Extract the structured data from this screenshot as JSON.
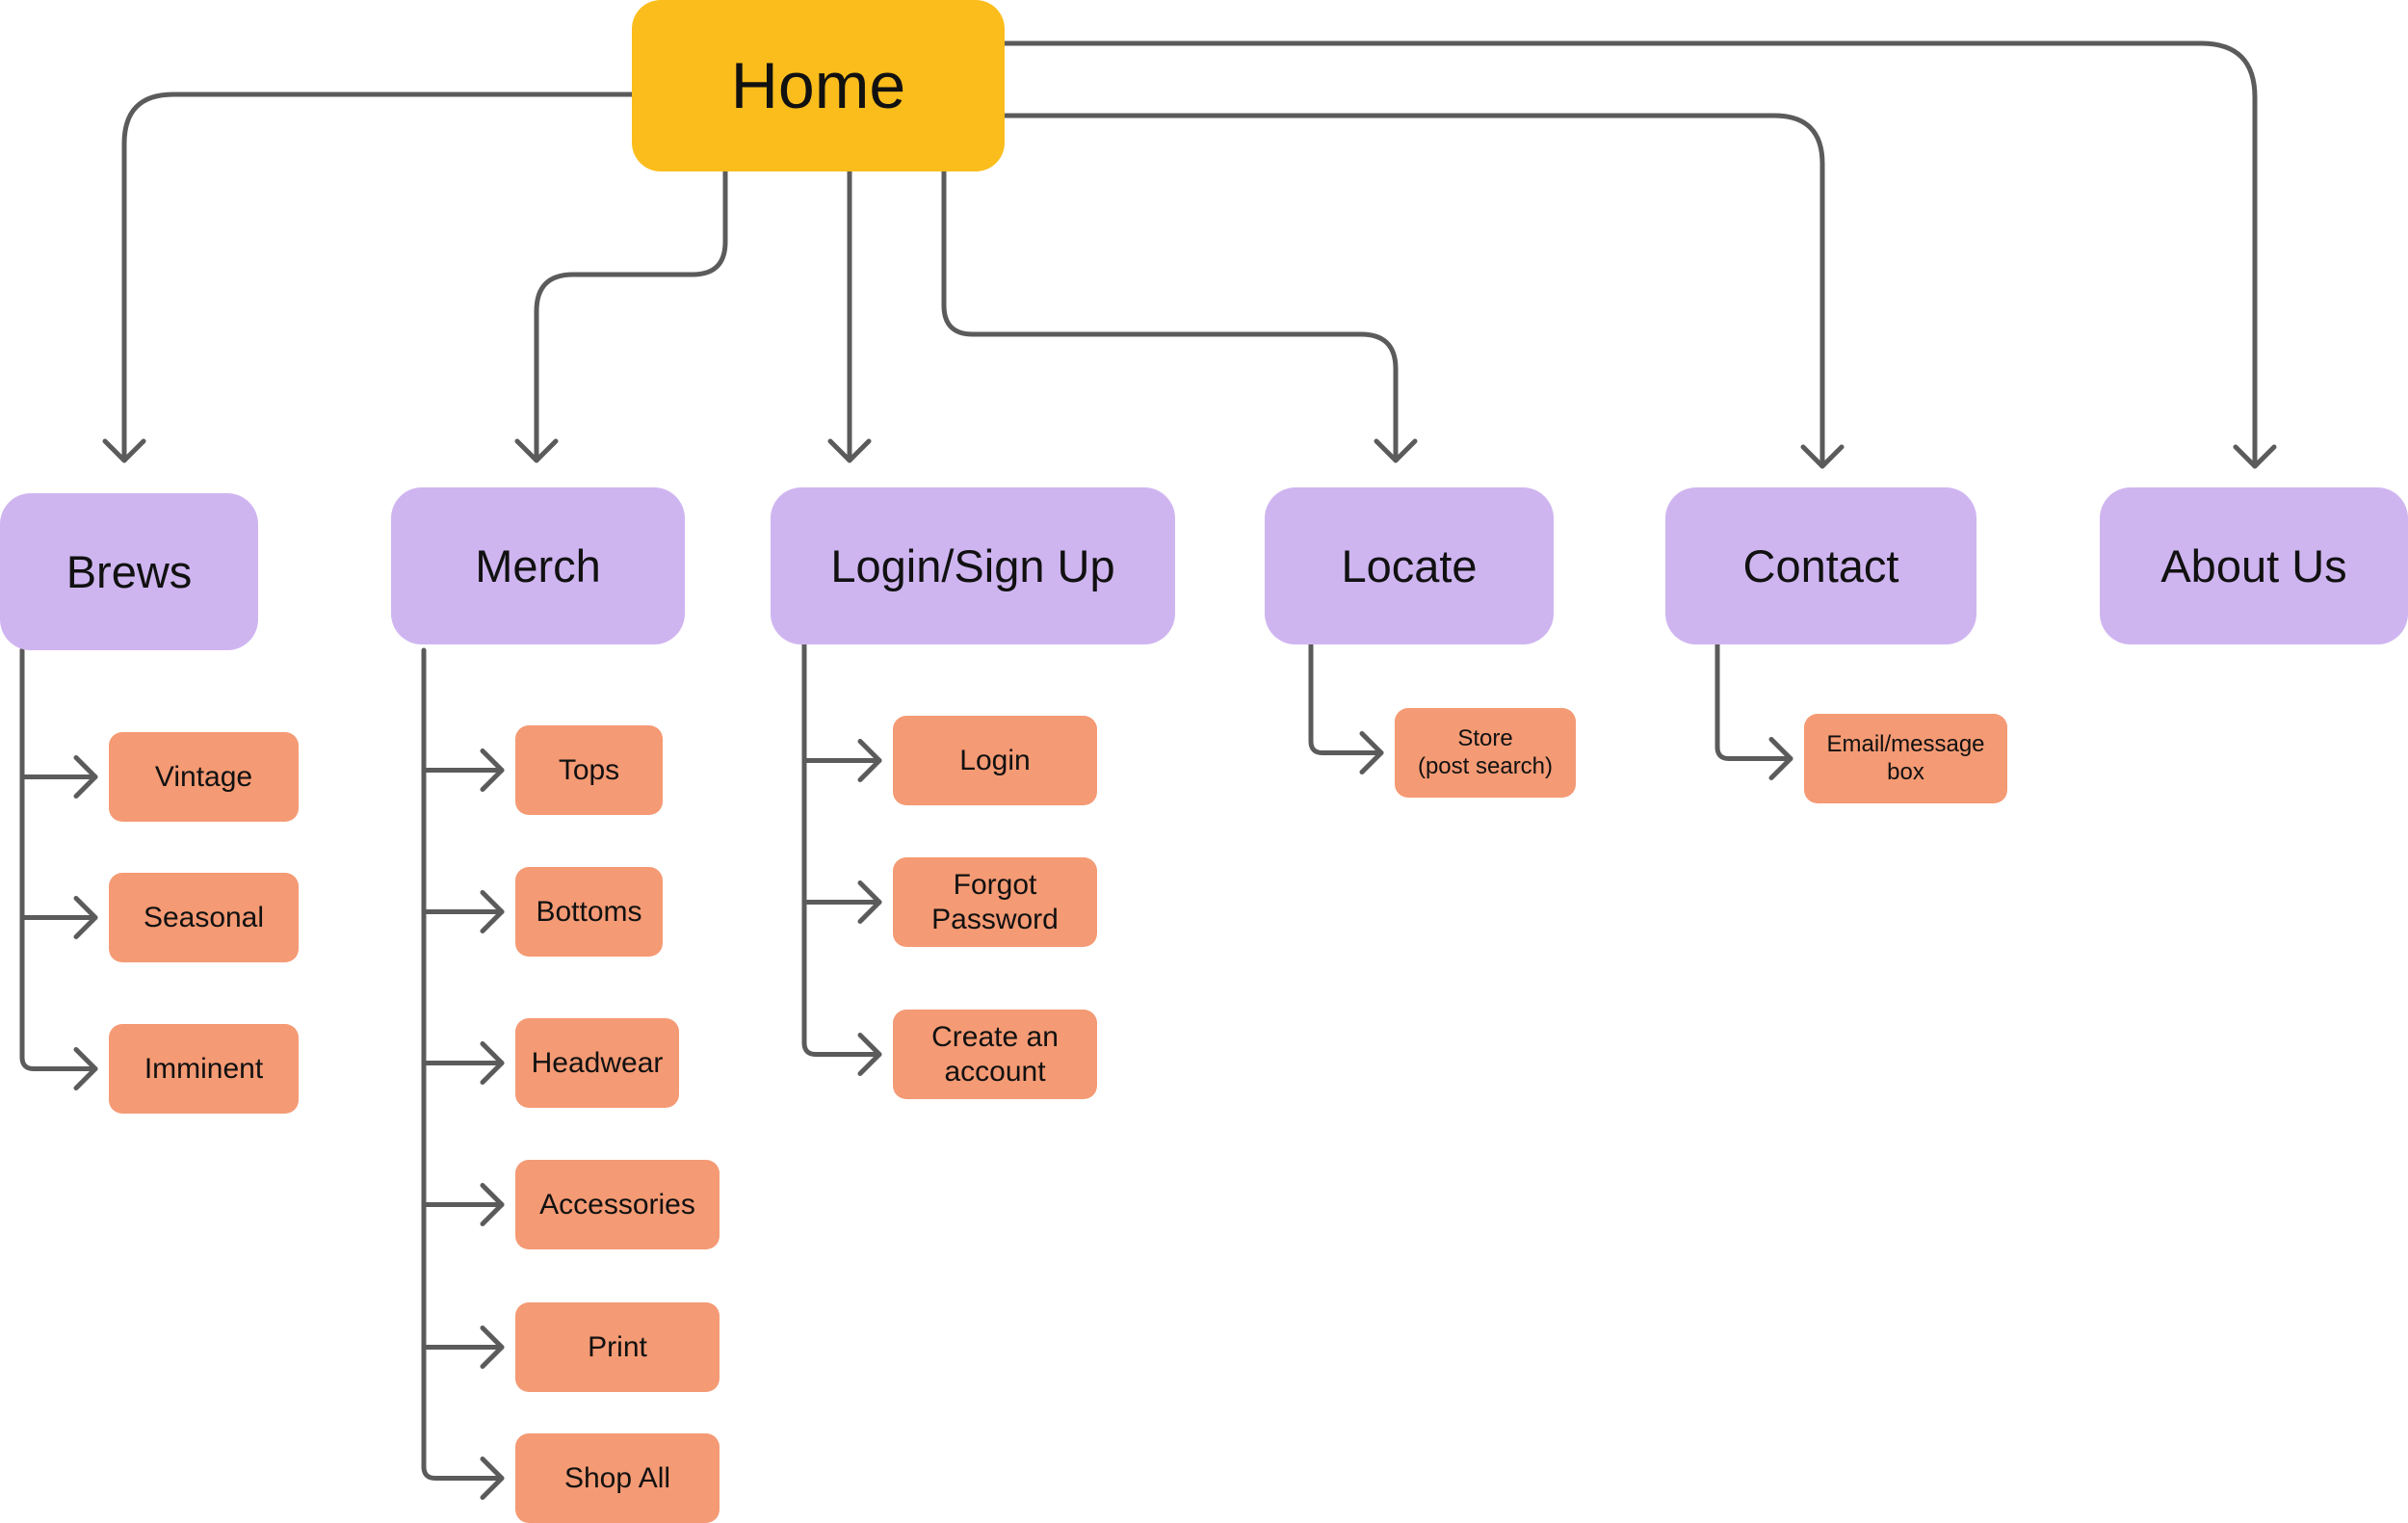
{
  "colors": {
    "root_fill": "#FBBD1C",
    "section_fill": "#CFB5F0",
    "page_fill": "#F49A74",
    "connector": "#5B5B5B",
    "text": "#111111"
  },
  "root": {
    "label": "Home"
  },
  "sections": [
    {
      "id": "brews",
      "label": "Brews",
      "children": [
        "Vintage",
        "Seasonal",
        "Imminent"
      ]
    },
    {
      "id": "merch",
      "label": "Merch",
      "children": [
        "Tops",
        "Bottoms",
        "Headwear",
        "Accessories",
        "Print",
        "Shop All"
      ]
    },
    {
      "id": "login-sign-up",
      "label": "Login/Sign Up",
      "children": [
        "Login",
        "Forgot\nPassword",
        "Create an\naccount"
      ]
    },
    {
      "id": "locate",
      "label": "Locate",
      "children": [
        "Store\n(post search)"
      ]
    },
    {
      "id": "contact",
      "label": "Contact",
      "children": [
        "Email/message\nbox"
      ]
    },
    {
      "id": "about-us",
      "label": "About Us",
      "children": []
    }
  ]
}
